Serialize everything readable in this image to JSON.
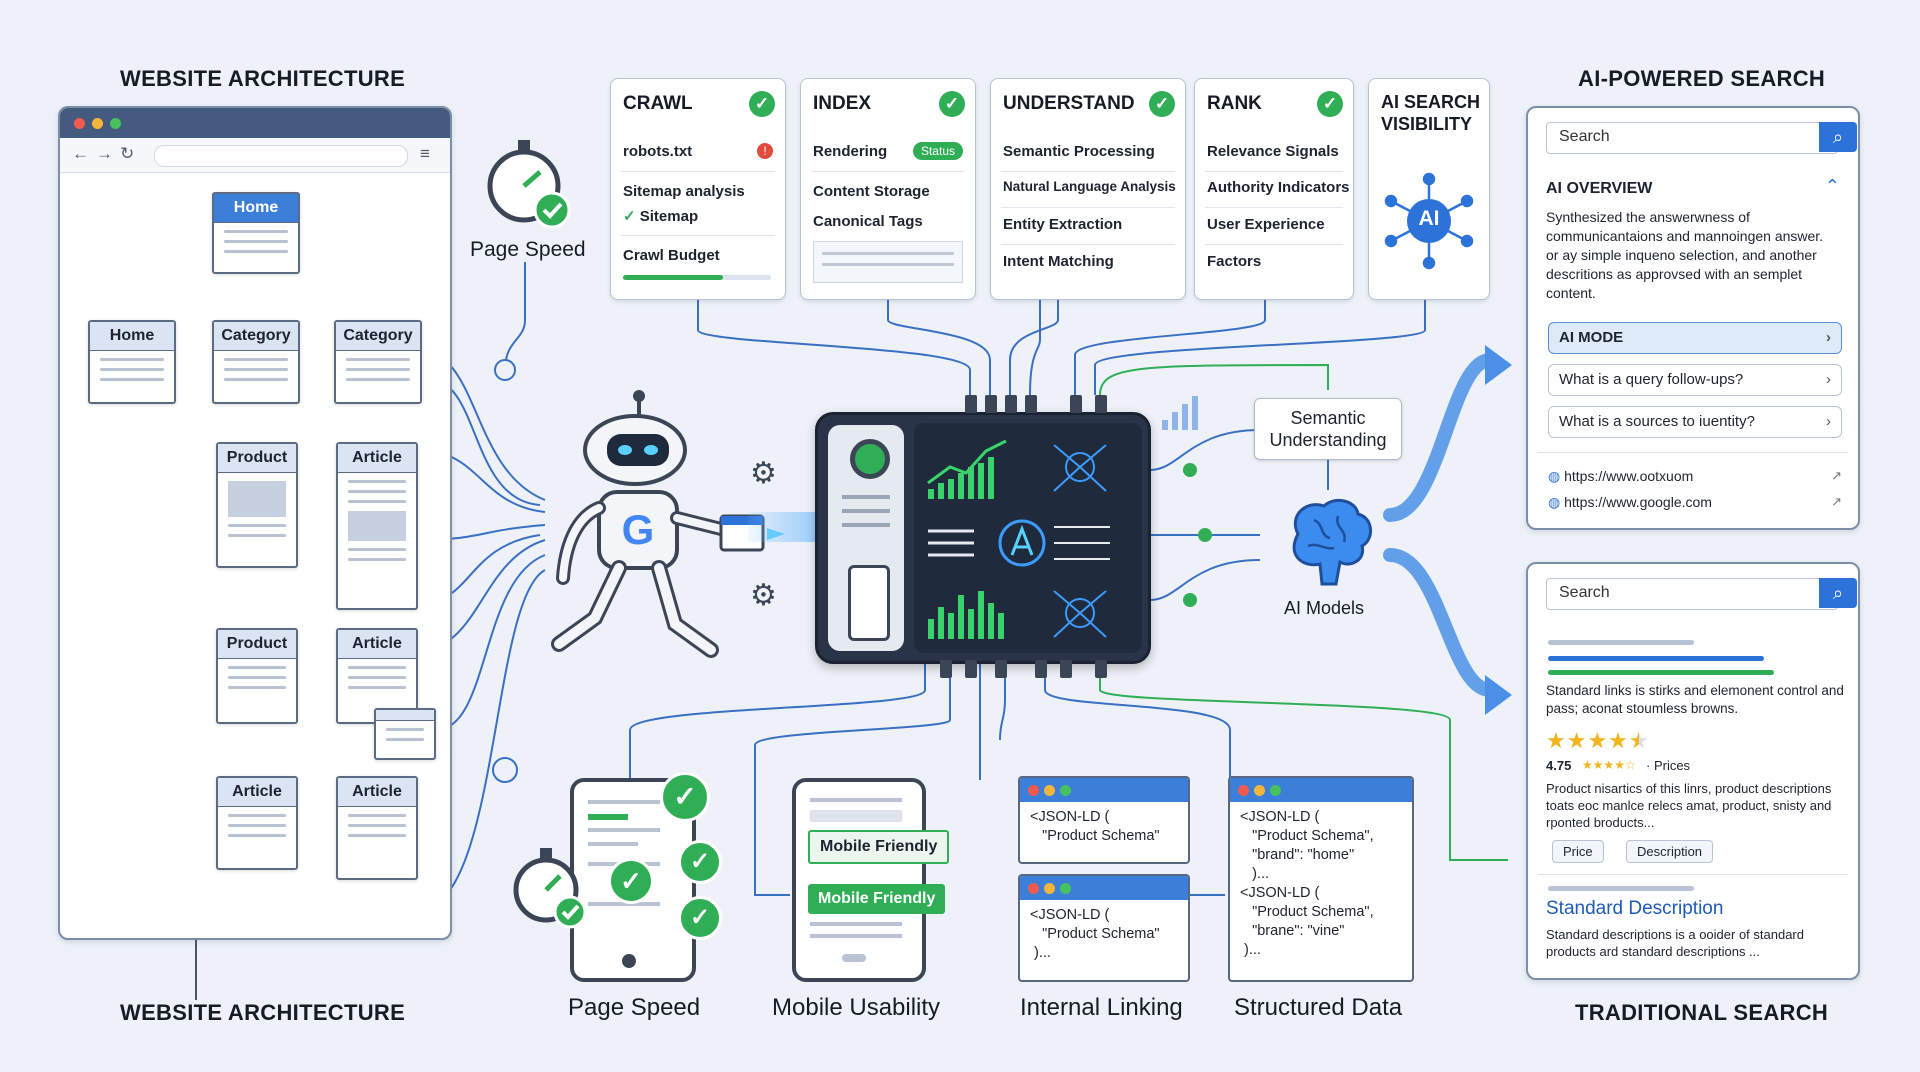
{
  "sections": {
    "website_architecture_top": "WEBSITE ARCHITECTURE",
    "website_architecture_bottom": "WEBSITE ARCHITECTURE",
    "ai_powered_search": "AI-POWERED SEARCH",
    "traditional_search": "TRADITIONAL SEARCH"
  },
  "site_tree": {
    "home": "Home",
    "home2": "Home",
    "category1": "Category",
    "category2": "Category",
    "product1": "Product",
    "product2": "Product",
    "article1": "Article",
    "article2": "Article",
    "article3": "Article",
    "article4": "Article"
  },
  "page_speed_top": "Page Speed",
  "pipeline": {
    "crawl": {
      "title": "CRAWL",
      "items": [
        "robots.txt",
        "Sitemap analysis",
        "Sitemap",
        "Crawl Budget"
      ]
    },
    "index": {
      "title": "INDEX",
      "status": "Status",
      "items": [
        "Rendering",
        "Content Storage",
        "Canonical Tags"
      ]
    },
    "understand": {
      "title": "UNDERSTAND",
      "items": [
        "Semantic Processing",
        "Natural Language Analysis",
        "Entity Extraction",
        "Intent Matching"
      ]
    },
    "rank": {
      "title": "RANK",
      "items": [
        "Relevance Signals",
        "Authority Indicators",
        "User Experience",
        "Factors"
      ]
    },
    "visibility": {
      "title_line1": "AI SEARCH",
      "title_line2": "VISIBILITY",
      "badge": "AI"
    }
  },
  "semantic_understanding": {
    "line1": "Semantic",
    "line2": "Understanding"
  },
  "ai_models": "AI Models",
  "ai_search": {
    "search_placeholder": "Search",
    "overview_title": "AI OVERVIEW",
    "overview_text": "Synthesized the answerwness of communicantaions and mannoingen answer. or ay simple inqueno selection, and another descritions as approvsed with an semplet content.",
    "ai_mode": "AI MODE",
    "followups": [
      "What is a query follow-ups?",
      "What is a sources to iuentity?"
    ],
    "links": [
      "https://www.ootxuom",
      "https://www.google.com"
    ]
  },
  "traditional": {
    "search_placeholder": "Search",
    "snippet": "Standard links is stirks and elemonent control and pass; aconat stoumless browns.",
    "rating": "4.75",
    "rating_value": 4.5,
    "prices": "· Prices",
    "product_text": "Product nisartics of this linrs, product descriptions toats eoc manlce relecs amat, product, snisty and rponted broducts...",
    "tags": [
      "Price",
      "Description"
    ],
    "standard_title": "Standard Description",
    "standard_text": "Standard descriptions is a ooider of standard products ard standard descriptions ..."
  },
  "bottom": {
    "page_speed": "Page Speed",
    "mobile_usability": "Mobile Usability",
    "mobile_friendly_1": "Mobile Friendly",
    "mobile_friendly_2": "Mobile Friendly",
    "internal_linking": "Internal Linking",
    "structured_data": "Structured Data",
    "code1": "<JSON-LD (\n   \"Product Schema\"",
    "code2": "<JSON-LD (\n   \"Product Schema\"\n )...",
    "code3": "<JSON-LD (\n   \"Product Schema\",\n   \"brand\": \"home\"\n   )...\n<JSON-LD (\n   \"Product Schema\",\n   \"brane\": \"vine\"\n )..."
  },
  "colors": {
    "accent": "#2c72d8",
    "check": "#2fae56",
    "navy": "#3c4556",
    "chip": "#2a3448"
  }
}
